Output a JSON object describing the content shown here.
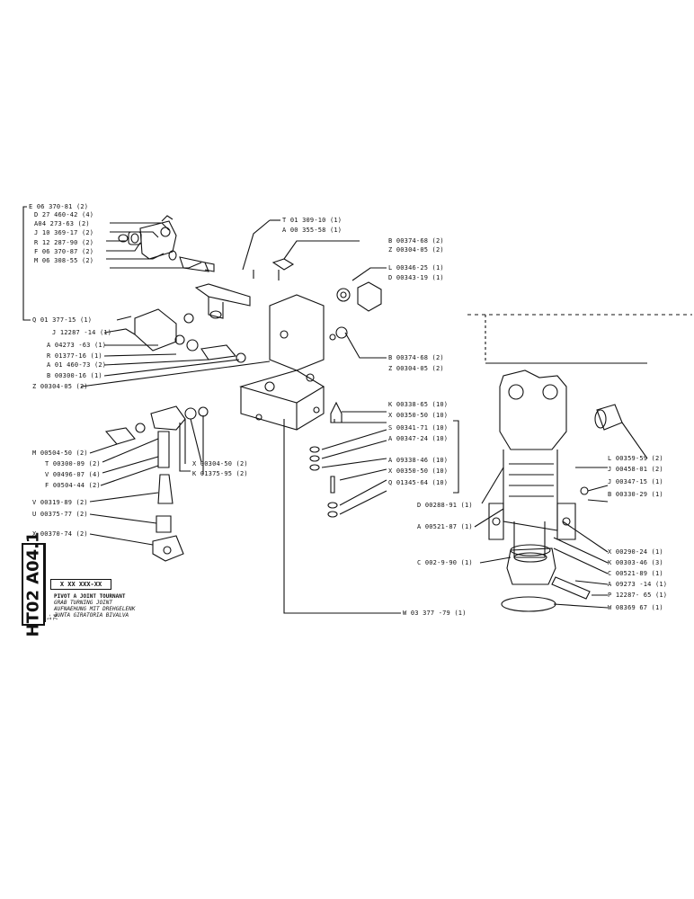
{
  "sheet": {
    "code": "HT02 A04.1",
    "ref": "X XX XXX-XX",
    "date": "1-74"
  },
  "title": {
    "fr": "PIVOT A JOINT TOURNANT",
    "en": "GRAB TURNING JOINT",
    "de": "AUFNAEHUNG MIT DREHGELENK",
    "it": "JUNTA GIRATORIA BIVALVA"
  },
  "labels": {
    "e06370": "E 06 370-81 (2)",
    "d27460": "D 27 460-42 (4)",
    "a04273_63": "A04 273-63 (2)",
    "j10369": "J 10 369-17 (2)",
    "r12287": "R 12 287-90 (2)",
    "f06370": "F 06 370-87 (2)",
    "m06308": "M 06 308-55 (2)",
    "q01377": "Q 01 377-15 (1)",
    "j12287": "J 12287 -14 (1)",
    "a04273_61": "A 04273 -63 (1)",
    "r01377": "R 01377-16 (1)",
    "a01460": "A 01 460-73 (2)",
    "b00300": "B 00300-16 (1)",
    "z00304_a": "Z 00304-05 (2)",
    "t01309": "T 01 309-10 (1)",
    "a00355": "A 00 355-58 (1)",
    "b00374_a": "B 00374-68 (2)",
    "z00304_b": "Z 00304-05 (2)",
    "l00346": "L 00346-25 (1)",
    "d00343": "D 00343-19 (1)",
    "b00374_b": "B 00374-68 (2)",
    "z00304_c": "Z 00304-05 (2)",
    "k00338": "K 00338-65 (10)",
    "x00350_a": "X 00350-50 (10)",
    "s00341": "S 00341-71 (10)",
    "a00347": "A 00347-24 (10)",
    "a09338": "A 09338-46 (10)",
    "x00350_b": "X 00350-50 (10)",
    "q01345": "Q 01345-64 (10)",
    "m00504": "M 00504-50 (2)",
    "t00300": "T 00300-09 (2)",
    "v00496": "V 00496-07 (4)",
    "f00504": "F 00504-44 (2)",
    "x00304": "X 00304-50 (2)",
    "k01375": "K 01375-95 (2)",
    "v00319": "V 00319-89 (2)",
    "u00375": "U 00375-77 (2)",
    "x00370": "X 00370-74 (2)",
    "l00359": "L 00359-59 (2)",
    "j00458": "J 00458-01 (2)",
    "j00347": "J 00347-15 (1)",
    "b00330": "B 00330-29 (1)",
    "d00288": "D 00288-91 (1)",
    "a00521": "A 00521-87 (1)",
    "c00249": "C 002-9-90 (1)",
    "x00290": "X 00290-24 (1)",
    "k00303": "K 00303-46 (3)",
    "c00521": "C 00521-89 (1)",
    "a09273": "A 09273 -14 (1)",
    "p12287": "P 12287- 65 (1)",
    "w08369": "W 08369 67 (1)",
    "w03377": "W 03 377 -79 (1)"
  }
}
